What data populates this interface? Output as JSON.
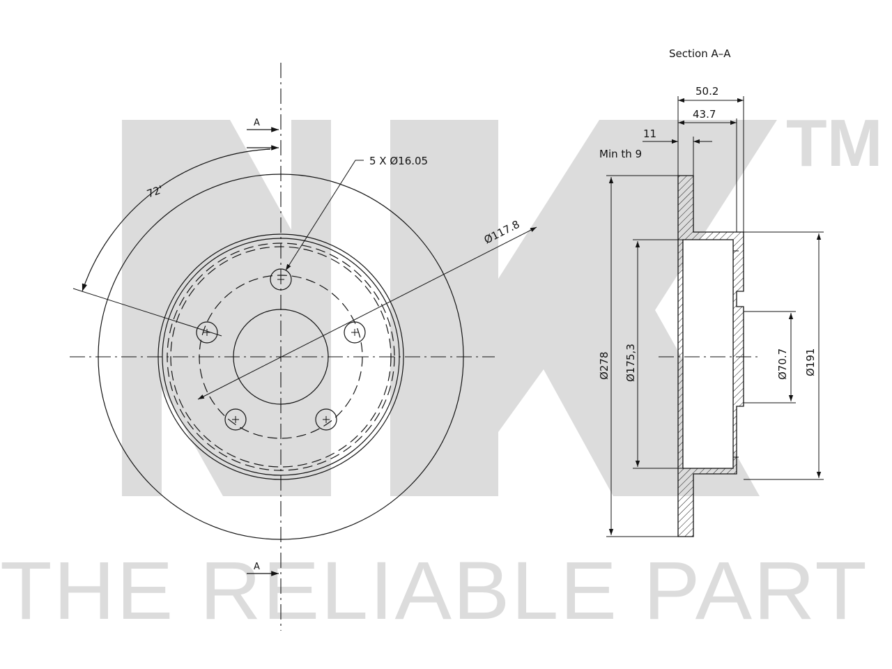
{
  "watermark": {
    "brand_tm": "TM",
    "tagline": "THE RELIABLE PART",
    "color": "#dcdcdc"
  },
  "front_view": {
    "section_mark_top": "A",
    "section_mark_bottom": "A",
    "bolt_spacing_angle": "72'",
    "bolt_holes": "5 X Ø16.05",
    "pcd_diameter": "Ø117.8"
  },
  "section_view": {
    "title": "Section A–A",
    "overall_height": "50.2",
    "hat_height": "43.7",
    "thickness": "11",
    "min_thickness": "Min th 9",
    "outer_diameter": "Ø278",
    "hat_diameter": "Ø175,3",
    "center_bore": "Ø70.7",
    "inner_diameter": "Ø191"
  },
  "colors": {
    "line": "#111111",
    "background": "#ffffff"
  }
}
